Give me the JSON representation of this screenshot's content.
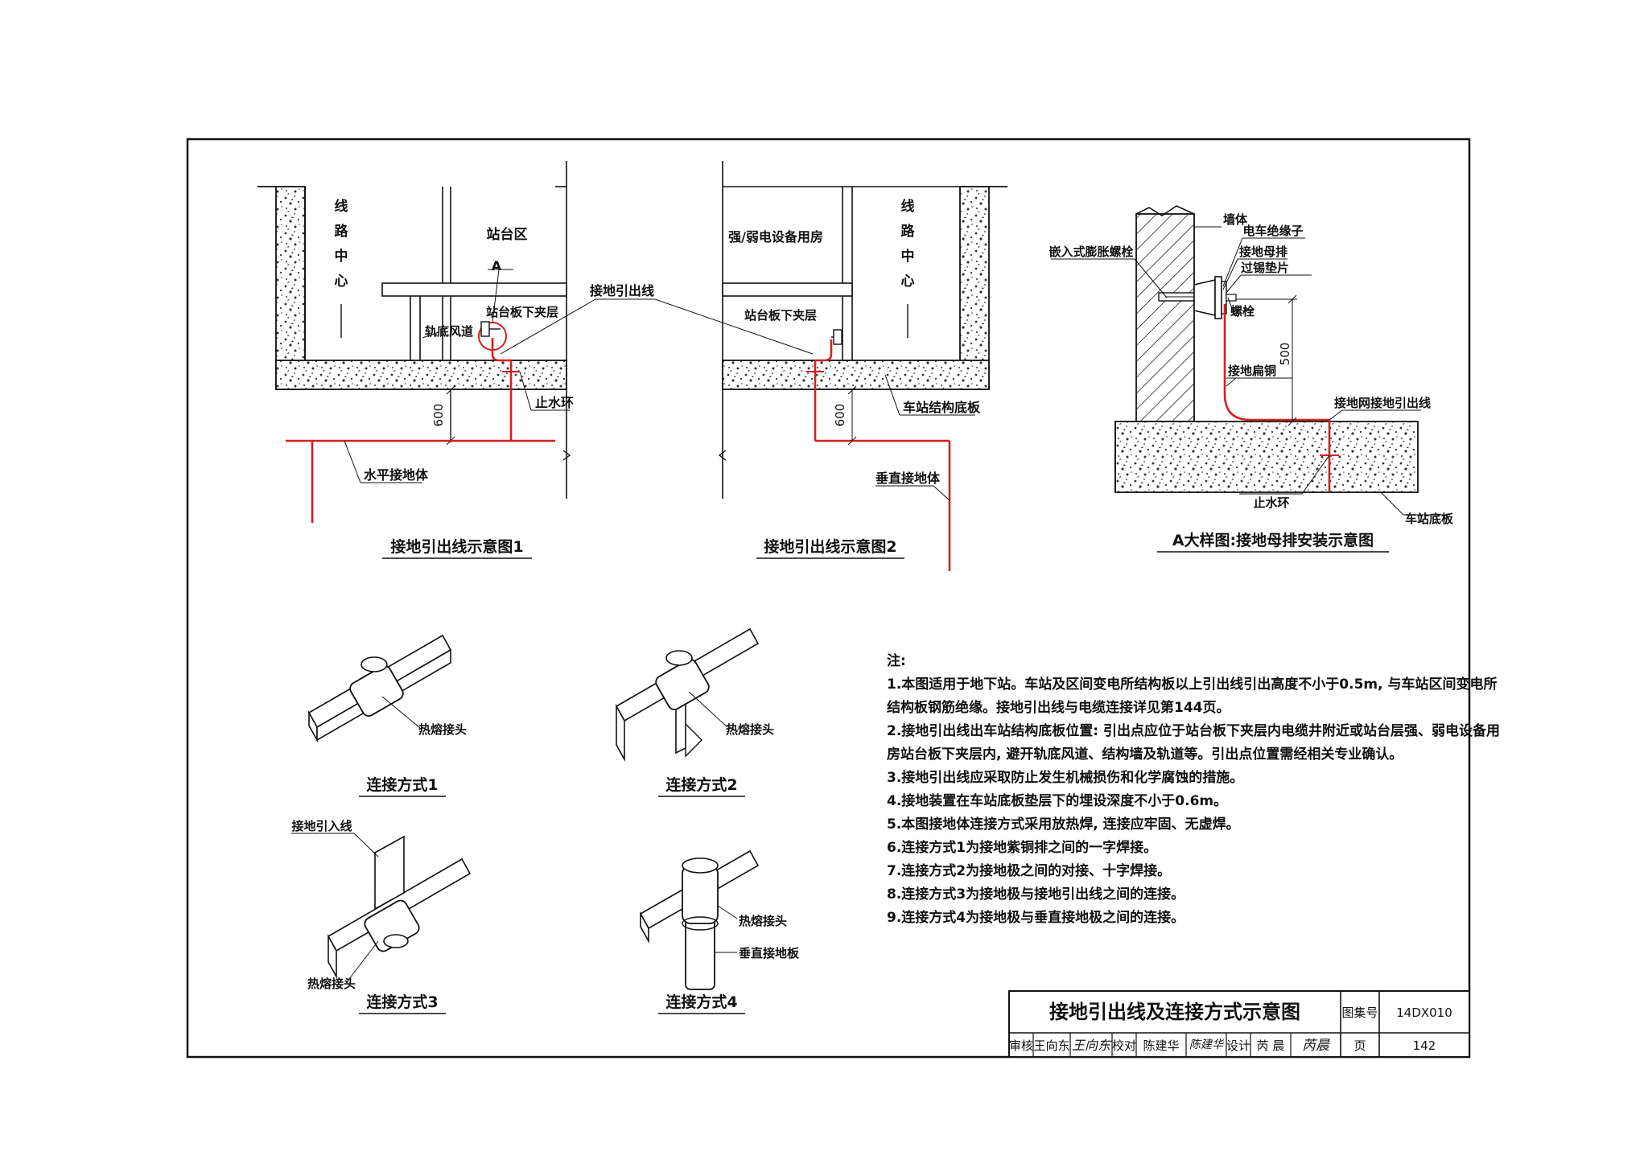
{
  "diagram1": {
    "caption": "接地引出线示意图1",
    "labels": {
      "line_center": [
        "线",
        "路",
        "中",
        "心"
      ],
      "platform_zone": "站台区",
      "detail_a": "A",
      "rail_duct": "轨底风道",
      "platform_interlayer": "站台板下夹层",
      "water_stop_ring": "止水环",
      "horizontal_ground": "水平接地体",
      "dim_600": "600"
    }
  },
  "diagram2": {
    "caption": "接地引出线示意图2",
    "labels": {
      "ground_lead": "接地引出线",
      "equipment_room": "强/弱电设备用房",
      "platform_interlayer": "站台板下夹层",
      "line_center": [
        "线",
        "路",
        "中",
        "心"
      ],
      "base_slab": "车站结构底板",
      "vertical_ground": "垂直接地体",
      "dim_600": "600"
    }
  },
  "detail_a": {
    "caption": "A大样图:接地母排安装示意图",
    "labels": {
      "wall": "墙体",
      "insulator": "电车绝缘子",
      "busbar": "接地母排",
      "tin_pad": "过锡垫片",
      "anchor_bolt": "嵌入式膨胀螺栓",
      "bolt": "螺栓",
      "flat_copper": "接地扁铜",
      "dim_500": "500",
      "grid_lead": "接地网接地引出线",
      "water_stop_ring": "止水环",
      "base_slab": "车站底板"
    }
  },
  "connections": [
    {
      "caption": "连接方式1",
      "label": "热熔接头"
    },
    {
      "caption": "连接方式2",
      "label": "热熔接头"
    },
    {
      "caption": "连接方式3",
      "label": "热熔接头",
      "lead_label": "接地引入线"
    },
    {
      "caption": "连接方式4",
      "label": "热熔接头",
      "plate_label": "垂直接地板"
    }
  ],
  "notes": {
    "title": "注:",
    "items": [
      "1.本图适用于地下站。车站及区间变电所结构板以上引出线引出高度不小于0.5m, 与车站区间变电所",
      "   结构板钢筋绝缘。接地引出线与电缆连接详见第144页。",
      "2.接地引出线出车站结构底板位置: 引出点应位于站台板下夹层内电缆井附近或站台层强、弱电设备用",
      "   房站台板下夹层内, 避开轨底风道、结构墙及轨道等。引出点位置需经相关专业确认。",
      "3.接地引出线应采取防止发生机械损伤和化学腐蚀的措施。",
      "4.接地装置在车站底板垫层下的埋设深度不小于0.6m。",
      "5.本图接地体连接方式采用放热焊, 连接应牢固、无虚焊。",
      "6.连接方式1为接地紫铜排之间的一字焊接。",
      "7.连接方式2为接地极之间的对接、十字焊接。",
      "8.连接方式3为接地极与接地引出线之间的连接。",
      "9.连接方式4为接地极与垂直接地极之间的连接。"
    ]
  },
  "title_block": {
    "title": "接地引出线及连接方式示意图",
    "set_label": "图集号",
    "set_number": "14DX010",
    "review_label": "审核",
    "reviewer": "王向东",
    "reviewer_sig": "王向东",
    "check_label": "校对",
    "checker": "陈建华",
    "checker_sig": "陈建华",
    "design_label": "设计",
    "designer": "芮 晨",
    "designer_sig": "芮晨",
    "page_label": "页",
    "page_number": "142"
  },
  "colors": {
    "line": "#111111",
    "ground_red": "#d42020",
    "hatch": "#333333"
  }
}
